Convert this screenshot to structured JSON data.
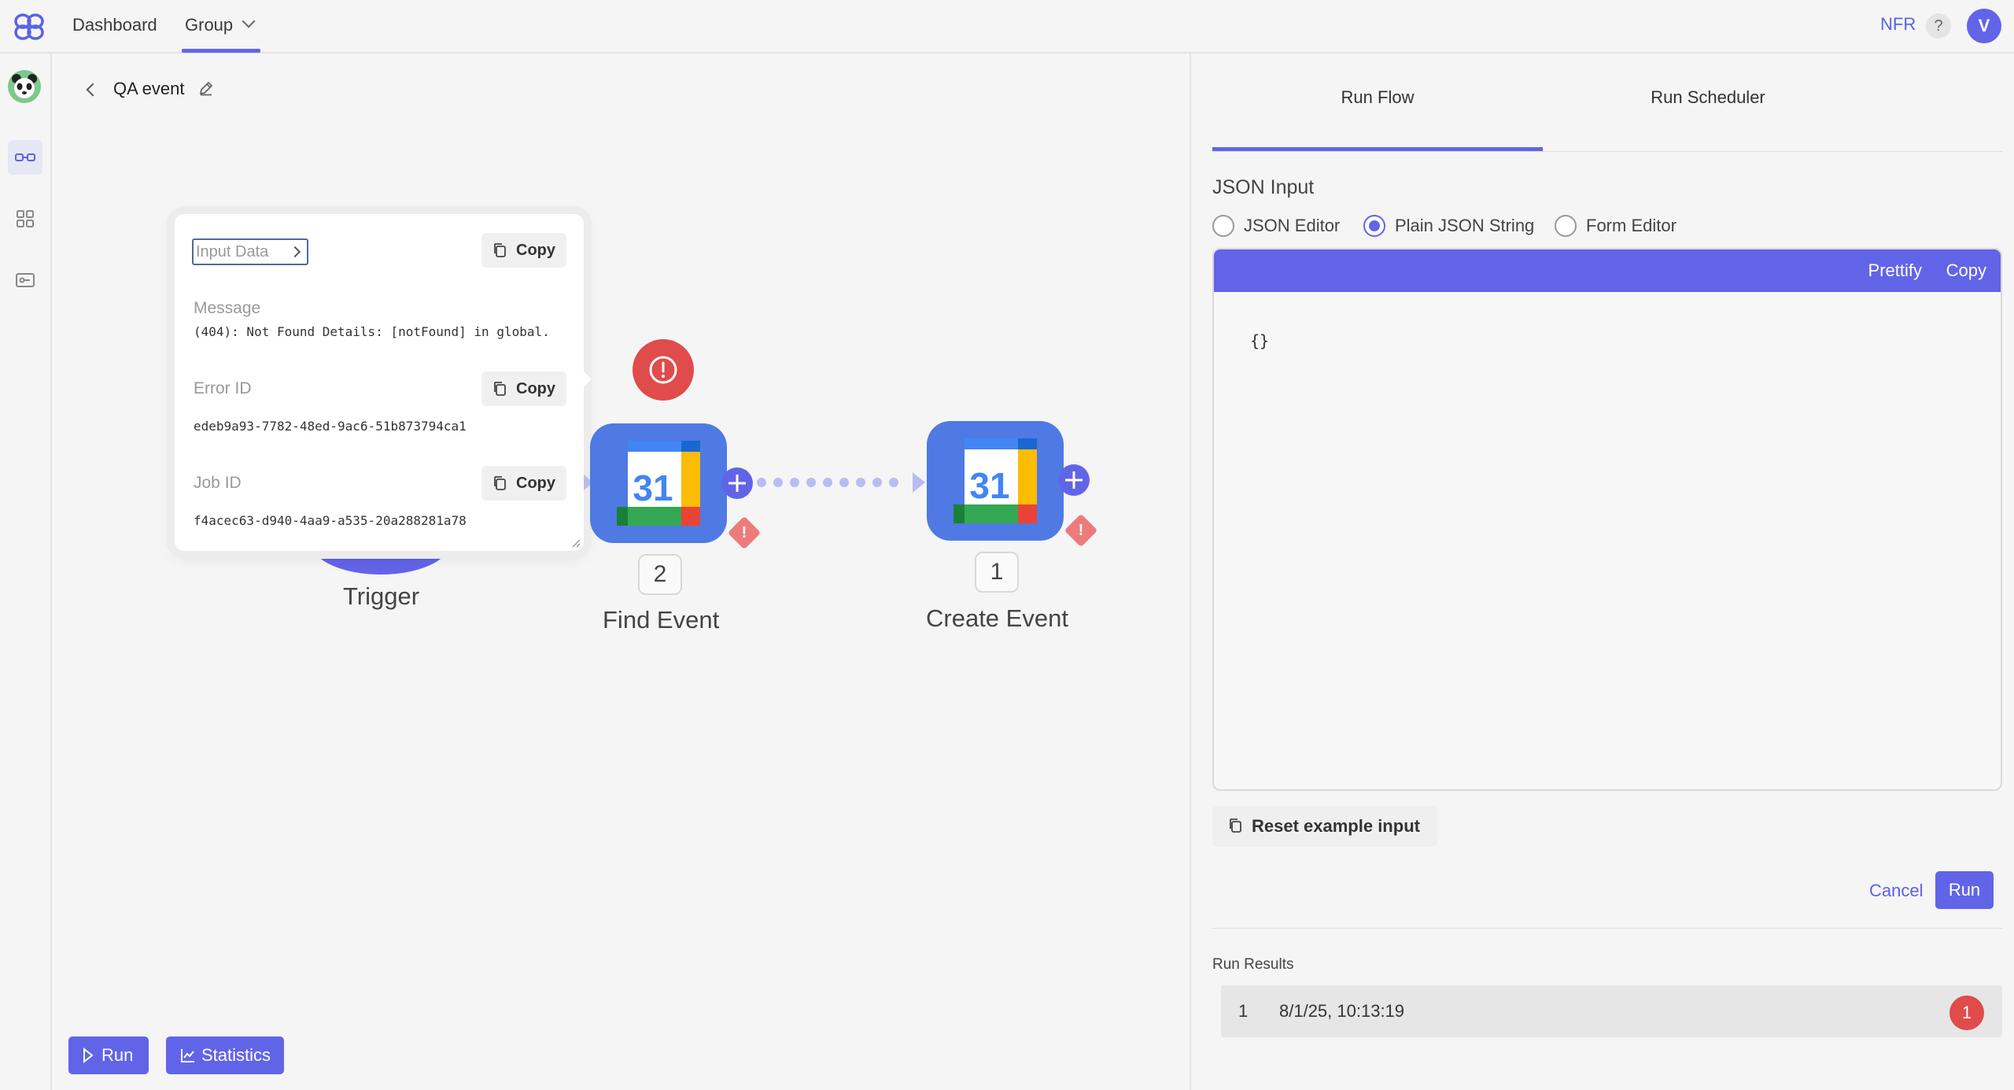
{
  "topbar": {
    "nav_dashboard": "Dashboard",
    "nav_group": "Group",
    "nfr": "NFR",
    "help": "?",
    "avatar_initial": "V"
  },
  "canvas": {
    "flow_title": "QA event",
    "popover": {
      "input_data_label": "Input Data",
      "copy_label": "Copy",
      "message_label": "Message",
      "message_value": "(404): Not Found Details: [notFound] in global.",
      "error_id_label": "Error ID",
      "error_id_value": "edeb9a93-7782-48ed-9ac6-51b873794ca1",
      "job_id_label": "Job ID",
      "job_id_value": "f4acec63-d940-4aa9-a535-20a288281a78"
    },
    "nodes": [
      {
        "label": "Trigger"
      },
      {
        "label": "Find Event",
        "step": "2",
        "icon_text": "31"
      },
      {
        "label": "Create Event",
        "step": "1",
        "icon_text": "31"
      }
    ],
    "warn_symbol": "!",
    "bottom_run": "Run",
    "bottom_statistics": "Statistics"
  },
  "right_panel": {
    "tabs": [
      "Run Flow",
      "Run Scheduler"
    ],
    "json_input_title": "JSON Input",
    "radios": [
      "JSON Editor",
      "Plain JSON String",
      "Form Editor"
    ],
    "selected_radio": "Plain JSON String",
    "toolbar_prettify": "Prettify",
    "toolbar_copy": "Copy",
    "editor_content": "{}",
    "reset_label": "Reset example input",
    "cancel_label": "Cancel",
    "run_label": "Run",
    "results_title": "Run Results",
    "results": [
      {
        "index": "1",
        "time": "8/1/25, 10:13:19",
        "badge": "1"
      }
    ]
  },
  "colors": {
    "accent": "#6264e8",
    "error": "#e04b4b",
    "node_blue": "#4f7ae3",
    "warn": "#ee7b7b"
  }
}
